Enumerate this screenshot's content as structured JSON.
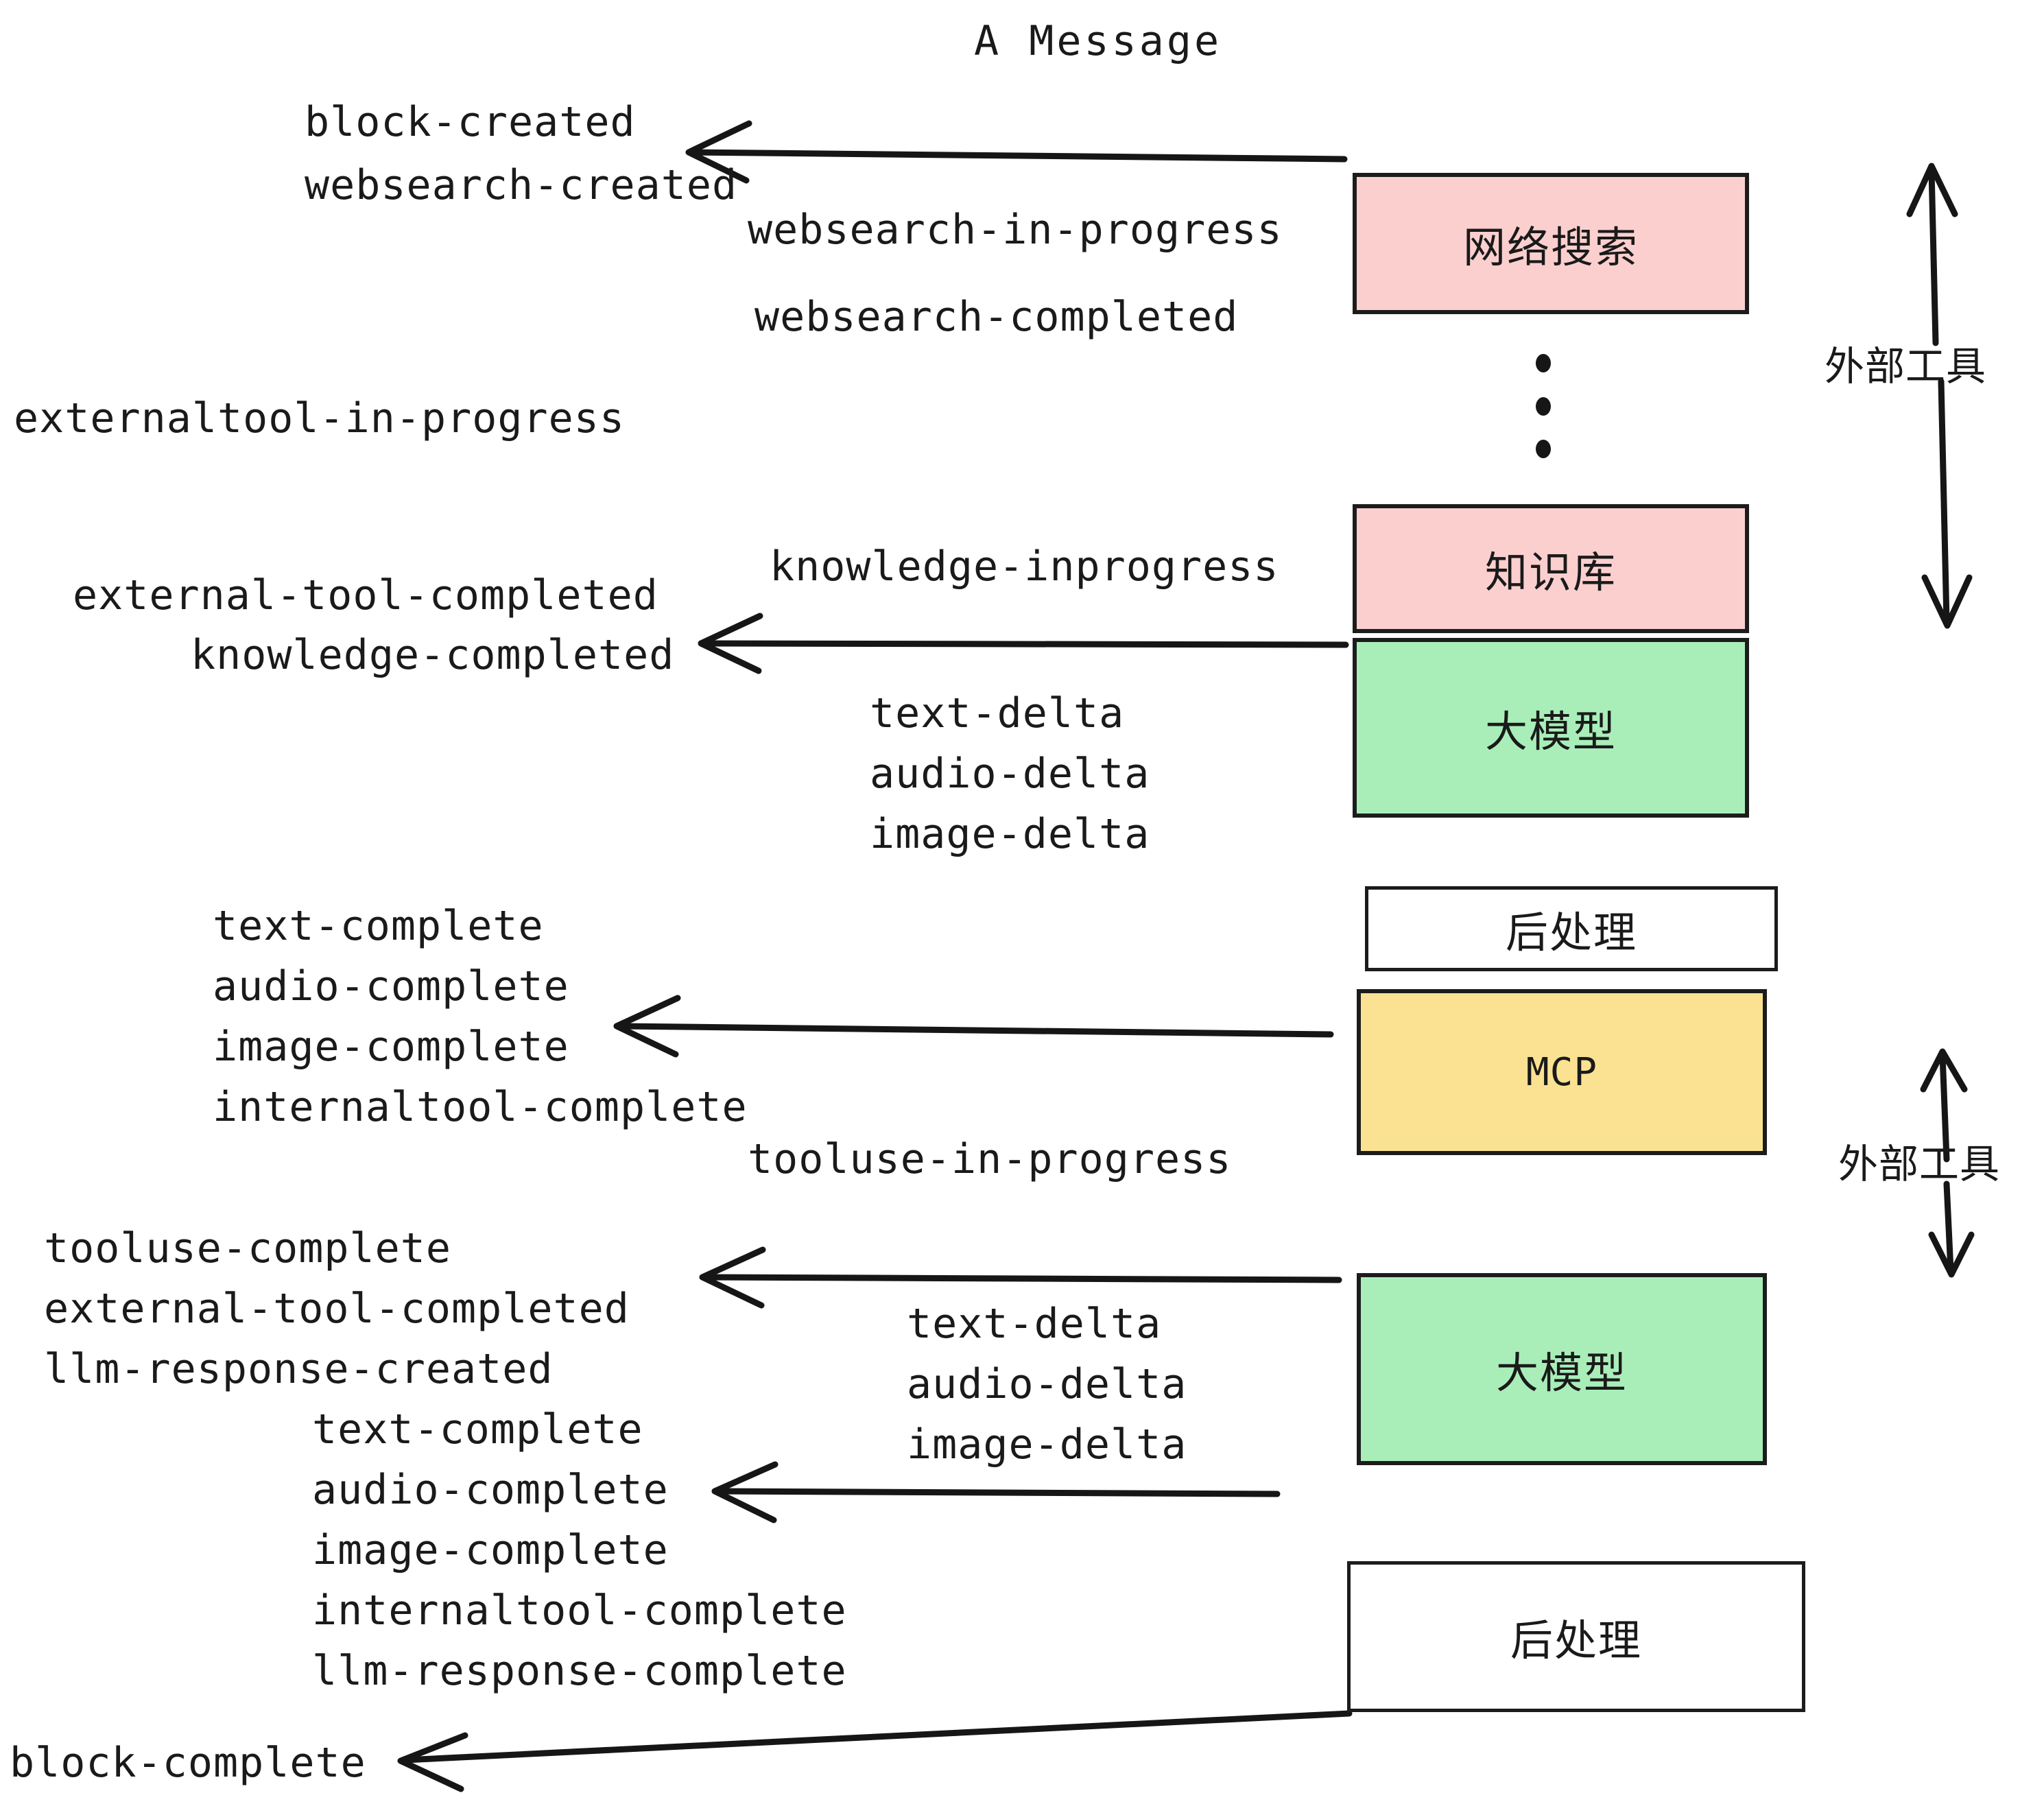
{
  "diagram": {
    "title": "A Message",
    "colors": {
      "pink": "#fccfcf",
      "green": "#a9eeb9",
      "yellow": "#fae292",
      "white": "#ffffff",
      "stroke": "#1c1c1c",
      "text": "#1a1a1a"
    },
    "nodes": [
      {
        "id": "websearch",
        "label": "网络搜索",
        "fill": "#fccfcf"
      },
      {
        "id": "knowledge",
        "label": "知识库",
        "fill": "#fccfcf"
      },
      {
        "id": "llm-1",
        "label": "大模型",
        "fill": "#a9eeb9"
      },
      {
        "id": "postprocess-1",
        "label": "后处理",
        "fill": "#ffffff"
      },
      {
        "id": "mcp",
        "label": "MCP",
        "fill": "#fae292"
      },
      {
        "id": "llm-2",
        "label": "大模型",
        "fill": "#a9eeb9"
      },
      {
        "id": "postprocess-2",
        "label": "后处理",
        "fill": "#ffffff"
      }
    ],
    "side_labels": [
      {
        "id": "external-tools-upper",
        "label": "外部工具"
      },
      {
        "id": "external-tools-lower",
        "label": "外部工具"
      }
    ],
    "events": [
      {
        "id": "block-created",
        "text": "block-created"
      },
      {
        "id": "websearch-created",
        "text": "websearch-created"
      },
      {
        "id": "websearch-in-progress",
        "text": "websearch-in-progress"
      },
      {
        "id": "websearch-completed",
        "text": "websearch-completed"
      },
      {
        "id": "externaltool-in-progress",
        "text": "externaltool-in-progress"
      },
      {
        "id": "knowledge-inprogress",
        "text": "knowledge-inprogress"
      },
      {
        "id": "external-tool-completed-1",
        "text": "external-tool-completed"
      },
      {
        "id": "knowledge-completed",
        "text": "knowledge-completed"
      },
      {
        "id": "text-delta-1",
        "text": "text-delta"
      },
      {
        "id": "audio-delta-1",
        "text": "audio-delta"
      },
      {
        "id": "image-delta-1",
        "text": "image-delta"
      },
      {
        "id": "text-complete-1",
        "text": "text-complete"
      },
      {
        "id": "audio-complete-1",
        "text": "audio-complete"
      },
      {
        "id": "image-complete-1",
        "text": "image-complete"
      },
      {
        "id": "internaltool-complete-1",
        "text": "internaltool-complete"
      },
      {
        "id": "tooluse-in-progress",
        "text": "tooluse-in-progress"
      },
      {
        "id": "tooluse-complete",
        "text": "tooluse-complete"
      },
      {
        "id": "external-tool-completed-2",
        "text": "external-tool-completed"
      },
      {
        "id": "llm-response-created",
        "text": "llm-response-created"
      },
      {
        "id": "text-delta-2",
        "text": "text-delta"
      },
      {
        "id": "audio-delta-2",
        "text": "audio-delta"
      },
      {
        "id": "image-delta-2",
        "text": "image-delta"
      },
      {
        "id": "text-complete-2",
        "text": "text-complete"
      },
      {
        "id": "audio-complete-2",
        "text": "audio-complete"
      },
      {
        "id": "image-complete-2",
        "text": "image-complete"
      },
      {
        "id": "internaltool-complete-2",
        "text": "internaltool-complete"
      },
      {
        "id": "llm-response-complete",
        "text": "llm-response-complete"
      },
      {
        "id": "block-complete",
        "text": "block-complete"
      }
    ]
  }
}
